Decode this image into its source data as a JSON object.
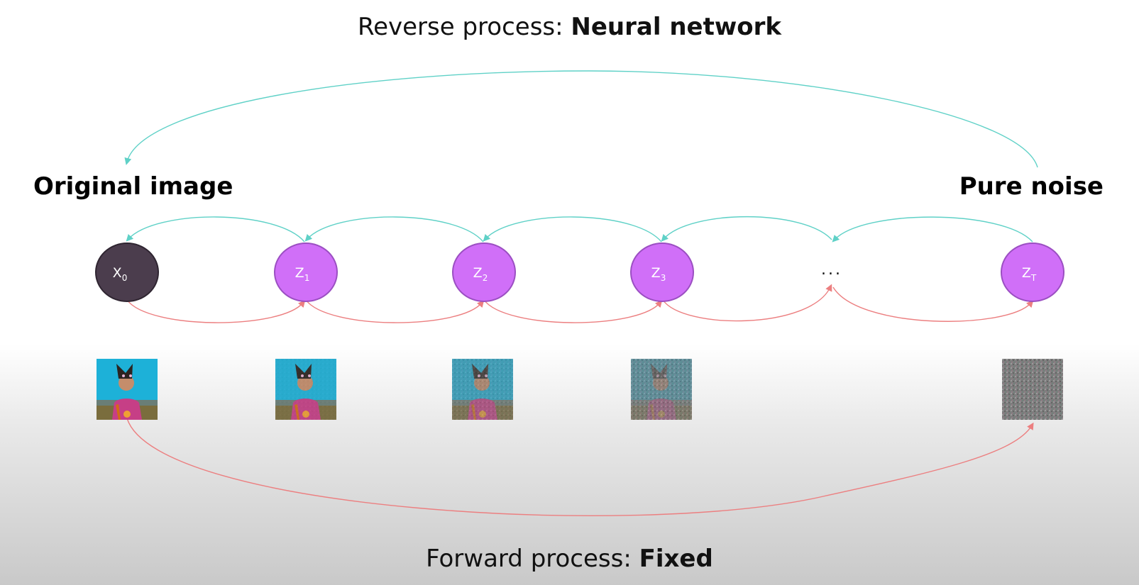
{
  "titles": {
    "reverse_prefix": "Reverse process: ",
    "reverse_bold": "Neural network",
    "forward_prefix": "Forward process: ",
    "forward_bold": "Fixed"
  },
  "labels": {
    "original": "Original image",
    "noise": "Pure noise"
  },
  "nodes": [
    {
      "main": "X",
      "sub": "0",
      "fill": "#4b3d4d"
    },
    {
      "main": "Z",
      "sub": "1",
      "fill": "#d06ff8"
    },
    {
      "main": "Z",
      "sub": "2",
      "fill": "#d06ff8"
    },
    {
      "main": "Z",
      "sub": "3",
      "fill": "#d06ff8"
    },
    {
      "main": "Z",
      "sub": "T",
      "fill": "#d06ff8"
    }
  ],
  "ellipsis": "...",
  "noise_levels": [
    0,
    0.12,
    0.4,
    0.72,
    1.0
  ],
  "colors": {
    "reverse_arrow": "#5fd1c7",
    "forward_arrow": "#ec7f80",
    "node_stroke": "#9b4fc2"
  }
}
